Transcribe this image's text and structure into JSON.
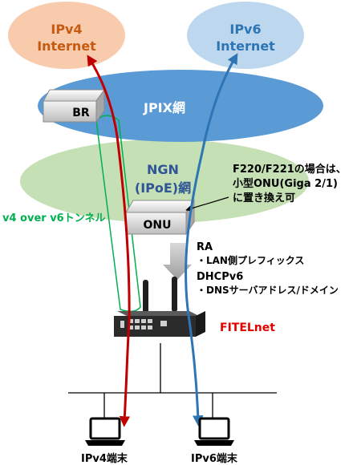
{
  "clouds": {
    "ipv4": {
      "line1": "IPv4",
      "line2": "Internet"
    },
    "ipv6": {
      "line1": "IPv6",
      "line2": "Internet"
    },
    "jpix": {
      "label": "JPIX網"
    },
    "ngn": {
      "line1": "NGN",
      "line2": "(IPoE)網"
    }
  },
  "devices": {
    "br": {
      "label": "BR"
    },
    "onu": {
      "label": "ONU"
    },
    "router": {
      "label": "FITELnet"
    }
  },
  "callout": {
    "line1": "F220/F221の場合は、",
    "line2": "小型ONU(Giga 2/1)",
    "line3": "に置き換え可"
  },
  "tunnel": {
    "label": "v4 over v6トンネル"
  },
  "protocols": {
    "ra_title": "RA",
    "ra_item": "・LAN側プレフィックス",
    "dhcp_title": "DHCPv6",
    "dhcp_item": "・DNSサーバアドレス/ドメイン"
  },
  "terminals": {
    "ipv4": {
      "label": "IPv4端末"
    },
    "ipv6": {
      "label": "IPv6端末"
    }
  },
  "colors": {
    "ipv4_cloud": "#f8cbad",
    "ipv4_text": "#c55a11",
    "ipv6_cloud": "#bdd7ee",
    "ipv6_text": "#2e75b6",
    "jpix_cloud": "#5b9bd5",
    "ngn_cloud": "#c5e0b4",
    "ngn_text": "#2f5597",
    "ipv4_path": "#c00000",
    "ipv6_path": "#2e75b6",
    "tunnel": "#00b050",
    "router_label": "#e00000"
  }
}
